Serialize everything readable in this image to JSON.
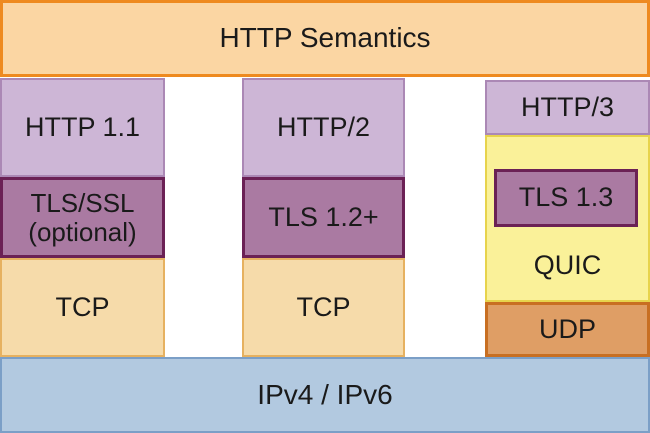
{
  "title": "HTTP Semantics",
  "stacks": {
    "http11": {
      "app": "HTTP 1.1",
      "security_line1": "TLS/SSL",
      "security_line2": "(optional)",
      "transport": "TCP"
    },
    "http2": {
      "app": "HTTP/2",
      "security": "TLS 1.2+",
      "transport": "TCP"
    },
    "http3": {
      "app": "HTTP/3",
      "security": "TLS 1.3",
      "session": "QUIC",
      "transport": "UDP"
    }
  },
  "network_layer": "IPv4 / IPv6",
  "colors": {
    "banner_fill": "#fbd6a3",
    "banner_border": "#ee8a1f",
    "app_fill": "#cdb6d6",
    "app_border": "#ab88b5",
    "tls_fill": "#aa7aa2",
    "tls_border": "#6b2155",
    "tcp_fill": "#f6dbaa",
    "tcp_border": "#e6b160",
    "quic_fill": "#faf199",
    "quic_border": "#e7d34c",
    "udp_fill": "#df9e65",
    "udp_border": "#c86f22",
    "ip_fill": "#b2c9e0",
    "ip_border": "#7b9fc7",
    "text": "#1a1a1a"
  }
}
